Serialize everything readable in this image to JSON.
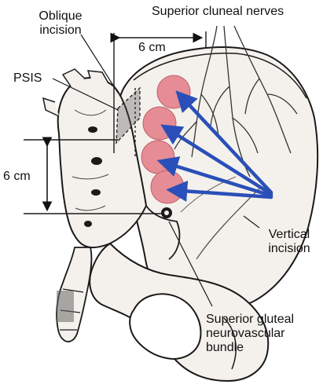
{
  "labels": {
    "oblique_line1": "Oblique",
    "oblique_line2": "incision",
    "superior_cluneal": "Superior cluneal nerves",
    "six_cm_horizontal": "6 cm",
    "psis": "PSIS",
    "six_cm_vertical": "6 cm",
    "vertical_line1": "Vertical",
    "vertical_line2": "incision",
    "gluteal_line1": "Superior gluteal",
    "gluteal_line2": "neurovascular",
    "gluteal_line3": "bundle"
  },
  "colors": {
    "ink": "#1a1a1a",
    "bone_fill": "#f4f1ec",
    "circle_fill": "#e58c95",
    "arrow": "#2a4fb8"
  },
  "circles": [
    {
      "name": "target-circle-1"
    },
    {
      "name": "target-circle-2"
    },
    {
      "name": "target-circle-3"
    },
    {
      "name": "target-circle-4"
    }
  ]
}
